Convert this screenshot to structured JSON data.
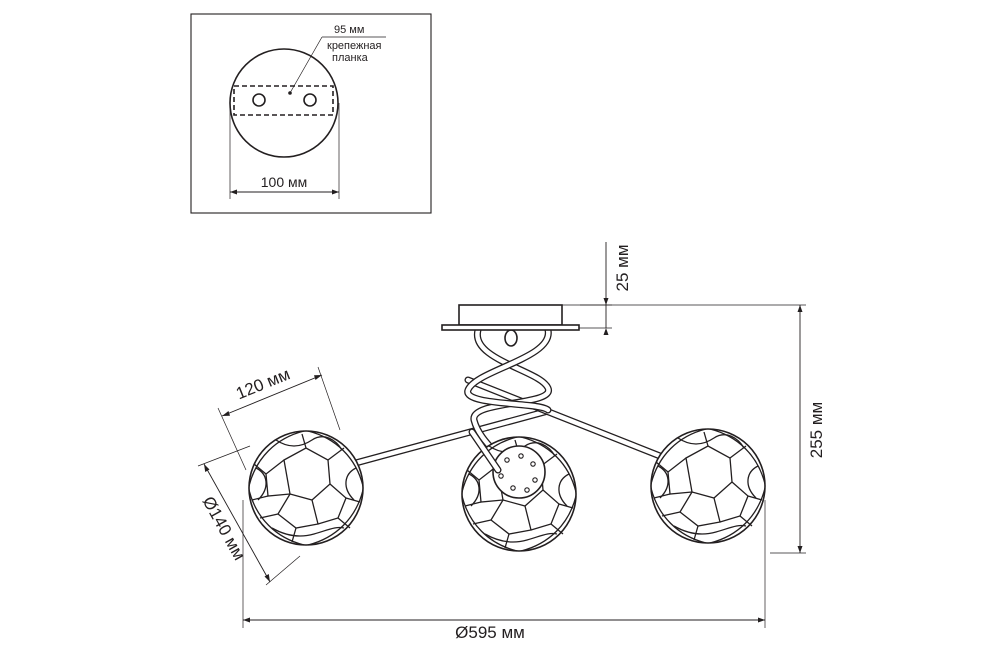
{
  "inset": {
    "callout_diameter": "95 мм",
    "callout_plate_line1": "крепежная",
    "callout_plate_line2": "планка",
    "base_width": "100 мм"
  },
  "dimensions": {
    "canopy_height": "25 мм",
    "total_height": "255 мм",
    "arm_length": "120 мм",
    "shade_diameter": "Ø140 мм",
    "overall_diameter": "Ø595 мм"
  }
}
